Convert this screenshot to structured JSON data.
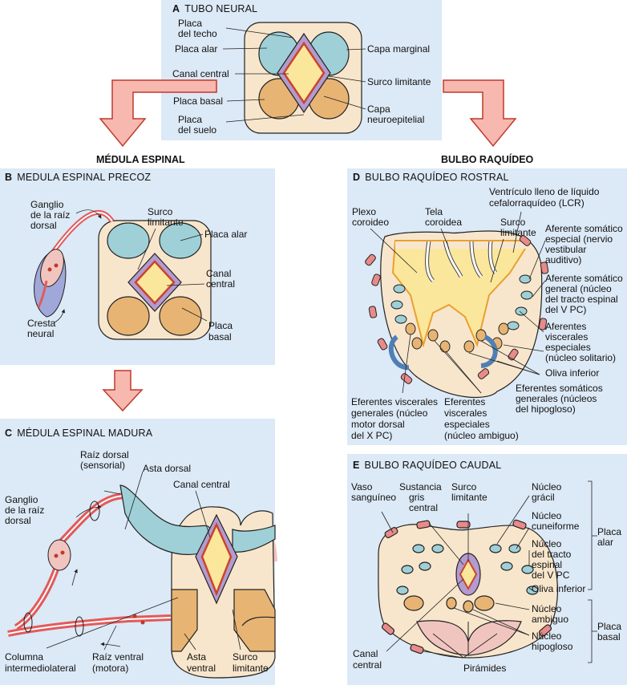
{
  "headers": {
    "left": "MÉDULA ESPINAL",
    "right": "BULBO RAQUÍDEO"
  },
  "panel_a": {
    "letter": "A",
    "title": "TUBO NEURAL",
    "labels": {
      "roof_plate_1": "Placa",
      "roof_plate_2": "del techo",
      "alar_plate": "Placa alar",
      "central_canal": "Canal central",
      "basal_plate": "Placa basal",
      "floor_plate_1": "Placa",
      "floor_plate_2": "del suelo",
      "marginal_layer": "Capa marginal",
      "sulcus_limitans": "Surco limitante",
      "neuroepithelial_1": "Capa",
      "neuroepithelial_2": "neuroepitelial"
    }
  },
  "panel_b": {
    "letter": "B",
    "title": "MEDULA ESPINAL PRECOZ",
    "labels": {
      "ganglion_1": "Ganglio",
      "ganglion_2": "de la raíz",
      "ganglion_3": "dorsal",
      "sulcus_1": "Surco",
      "sulcus_2": "limitante",
      "alar": "Placa alar",
      "canal_1": "Canal",
      "canal_2": "central",
      "basal_1": "Placa",
      "basal_2": "basal",
      "crest_1": "Cresta",
      "crest_2": "neural"
    }
  },
  "panel_c": {
    "letter": "C",
    "title": "MÉDULA ESPINAL MADURA",
    "labels": {
      "dorsal_root_1": "Raíz dorsal",
      "dorsal_root_2": "(sensorial)",
      "dorsal_horn": "Asta dorsal",
      "central_canal": "Canal central",
      "ganglion_1": "Ganglio",
      "ganglion_2": "de la raíz",
      "ganglion_3": "dorsal",
      "column_1": "Columna",
      "column_2": "intermediolateral",
      "ventral_root_1": "Raíz ventral",
      "ventral_root_2": "(motora)",
      "ventral_horn_1": "Asta",
      "ventral_horn_2": "ventral",
      "sulcus_1": "Surco",
      "sulcus_2": "limitante"
    }
  },
  "panel_d": {
    "letter": "D",
    "title": "BULBO RAQUÍDEO ROSTRAL",
    "labels": {
      "ventricle_1": "Ventrículo lleno de líquido",
      "ventricle_2": "cefalorraquídeo (LCR)",
      "plexus_1": "Plexo",
      "plexus_2": "coroideo",
      "tela_1": "Tela",
      "tela_2": "coroidea",
      "sulcus_1": "Surco",
      "sulcus_2": "limitante",
      "ssa_1": "Aferente somático",
      "ssa_2": "especial (nervio",
      "ssa_3": "vestibular",
      "ssa_4": "auditivo)",
      "gsa_1": "Aferente somático",
      "gsa_2": "general (núcleo",
      "gsa_3": "del tracto espinal",
      "gsa_4": "del V PC)",
      "sva_1": "Aferentes",
      "sva_2": "viscerales",
      "sva_3": "especiales",
      "sva_4": "(núcleo solitario)",
      "olive": "Oliva inferior",
      "gse_1": "Eferentes somáticos",
      "gse_2": "generales (núcleos",
      "gse_3": "del hipogloso)",
      "gve_1": "Eferentes viscerales",
      "gve_2": "generales (núcleo",
      "gve_3": "motor dorsal",
      "gve_4": "del X PC)",
      "sve_1": "Eferentes",
      "sve_2": "viscerales",
      "sve_3": "especiales",
      "sve_4": "(núcleo ambiguo)"
    }
  },
  "panel_e": {
    "letter": "E",
    "title": "BULBO RAQUÍDEO CAUDAL",
    "labels": {
      "vessel_1": "Vaso",
      "vessel_2": "sanguíneo",
      "gray_1": "Sustancia",
      "gray_2": "gris",
      "gray_3": "central",
      "sulcus_1": "Surco",
      "sulcus_2": "limitante",
      "gracilis_1": "Núcleo",
      "gracilis_2": "grácil",
      "cuneatus_1": "Núcleo",
      "cuneatus_2": "cuneiforme",
      "spinal_v_1": "Núcleo",
      "spinal_v_2": "del tracto",
      "spinal_v_3": "espinal",
      "spinal_v_4": "del V PC",
      "olive": "Oliva inferior",
      "ambiguus_1": "Núcleo",
      "ambiguus_2": "ambiguo",
      "hypoglossal_1": "Núcleo",
      "hypoglossal_2": "hipogloso",
      "canal_1": "Canal",
      "canal_2": "central",
      "pyramids": "Pirámides",
      "alar_1": "Placa",
      "alar_2": "alar",
      "basal_1": "Placa",
      "basal_2": "basal"
    }
  },
  "colors": {
    "panel_bg": "#dce9f6",
    "alar": "#9fd0d8",
    "basal": "#e8b473",
    "canal": "#fbe79b",
    "ependyma": "#b39bd0",
    "lining": "#c9452c",
    "tissue": "#f8e6cc",
    "vessel": "#e98a8a",
    "arrow": "#f7b8b0",
    "nerve": "#e25a5a",
    "ganglion_bag": "#9fa8d8",
    "pyramid": "#f1c5bf"
  }
}
